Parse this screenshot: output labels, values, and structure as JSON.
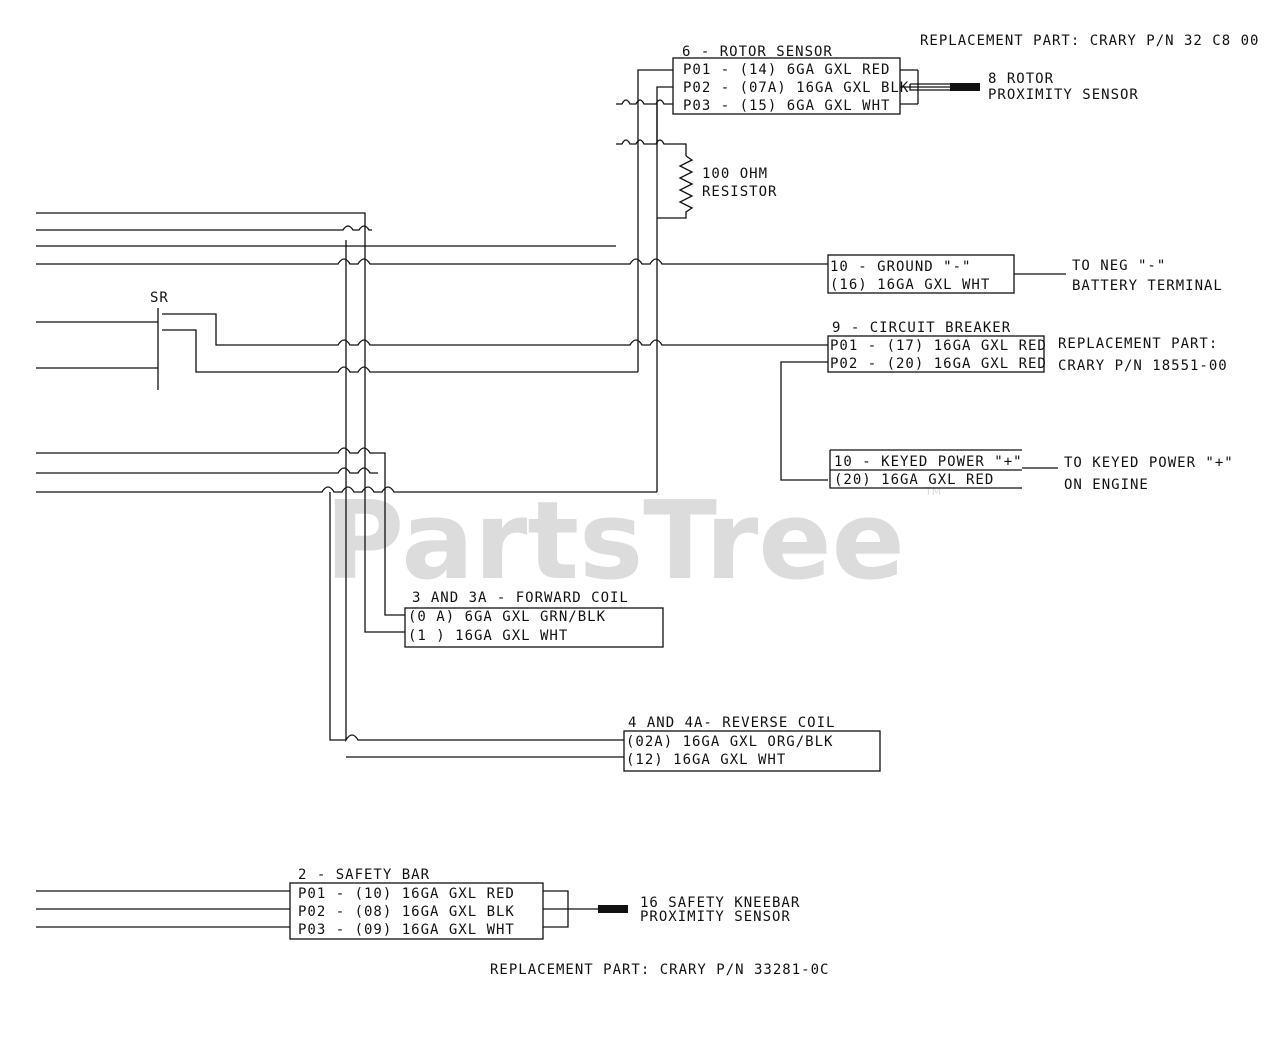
{
  "header_note": "REPLACEMENT PART:  CRARY P/N 32 C8 00",
  "footer_note": "REPLACEMENT PART:  CRARY P/N 33281-0C",
  "watermark": {
    "text": "PartsTree",
    "tm": "TM"
  },
  "rotor_sensor": {
    "title": "6 - ROTOR SENSOR",
    "rows": [
      "P01 - (14)  6GA GXL RED",
      "P02 - (07A) 16GA GXL BLK",
      "P03 - (15)  6GA GXL WHT"
    ],
    "label_line1": "8 ROTOR",
    "label_line2": "PROXIMITY SENSOR"
  },
  "resistor": {
    "line1": "100 OHM",
    "line2": "RESISTOR"
  },
  "sr_label": "SR",
  "ground": {
    "rows": [
      "10 - GROUND \"-\"",
      "(16) 16GA GXL WHT"
    ],
    "label_line1": "TO NEG \"-\"",
    "label_line2": "BATTERY TERMINAL"
  },
  "circuit_breaker": {
    "title": "9 - CIRCUIT BREAKER",
    "rows": [
      "P01 - (17) 16GA GXL RED",
      "P02 - (20) 16GA GXL RED"
    ],
    "note_line1": "REPLACEMENT PART:",
    "note_line2": "CRARY P/N 18551-00"
  },
  "keyed_power": {
    "rows": [
      "10 - KEYED POWER \"+\"",
      "(20) 16GA GXL RED"
    ],
    "label_line1": "TO KEYED POWER \"+\"",
    "label_line2": "ON ENGINE"
  },
  "forward_coil": {
    "title": "3 AND 3A - FORWARD COIL",
    "rows": [
      "(0 A)  6GA GXL GRN/BLK",
      "(1 )  16GA GXL WHT"
    ]
  },
  "reverse_coil": {
    "title": "4 AND 4A- REVERSE COIL",
    "rows": [
      "(02A) 16GA GXL ORG/BLK",
      "(12) 16GA GXL WHT"
    ]
  },
  "safety_bar": {
    "title": "2 - SAFETY BAR",
    "rows": [
      "P01 - (10) 16GA GXL RED",
      "P02 - (08) 16GA GXL BLK",
      "P03 - (09) 16GA GXL WHT"
    ],
    "label_line1": "16 SAFETY KNEEBAR",
    "label_line2": "PROXIMITY SENSOR"
  }
}
